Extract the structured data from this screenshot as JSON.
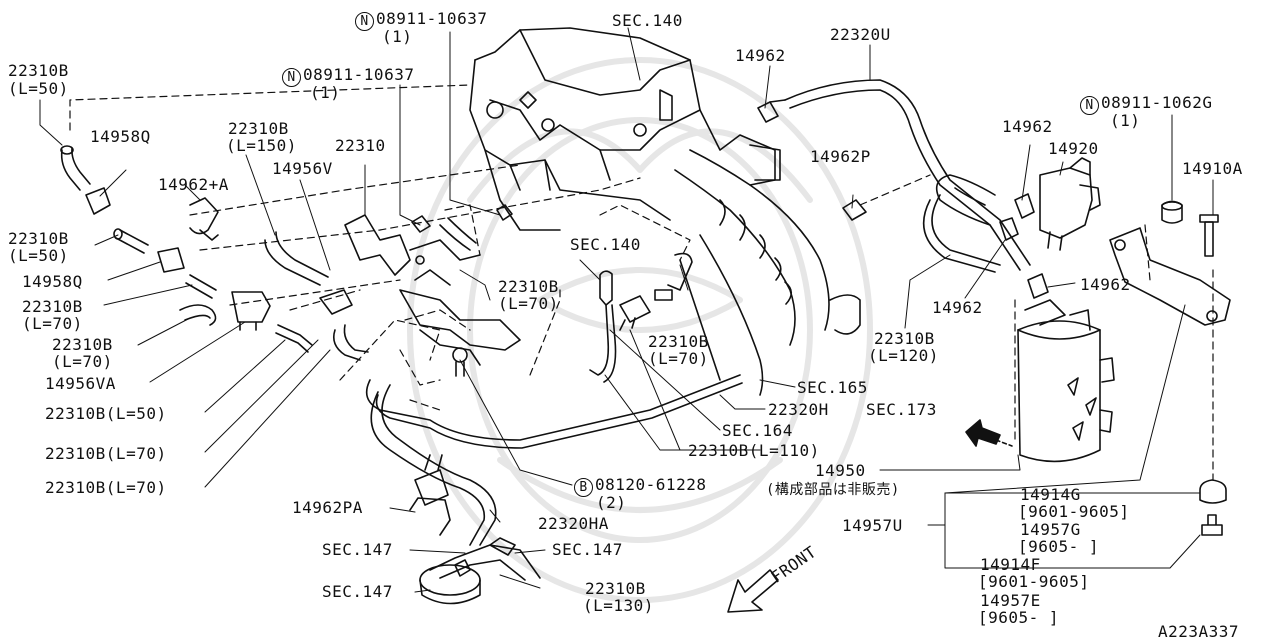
{
  "diagram": {
    "labels": {
      "n08911_10637_a": "08911-10637",
      "n08911_10637_a_qty": "(1)",
      "n08911_10637_b": "08911-10637",
      "n08911_10637_b_qty": "(1)",
      "n08911_1062g": "08911-1062G",
      "n08911_1062g_qty": "(1)",
      "b08120_61228": "08120-61228",
      "b08120_61228_qty": "(2)",
      "circle_n": "N",
      "circle_b": "B",
      "sec140_top": "SEC.140",
      "sec140_mid": "SEC.140",
      "sec165": "SEC.165",
      "sec173": "SEC.173",
      "sec164": "SEC.164",
      "sec147_a": "SEC.147",
      "sec147_b": "SEC.147",
      "sec147_c": "SEC.147",
      "p22310b_l50_top": "22310B",
      "p22310b_l50_top_len": "(L=50)",
      "p14958q_top": "14958Q",
      "p22310b_l150": "22310B",
      "p22310b_l150_len": "(L=150)",
      "p22310": "22310",
      "p14956v": "14956V",
      "p14962a": "14962+A",
      "p22310b_l50_mid": "22310B",
      "p22310b_l50_mid_len": "(L=50)",
      "p14958q_bot": "14958Q",
      "p22310b_l70_a": "22310B",
      "p22310b_l70_a_len": "(L=70)",
      "p22310b_l70_b": "22310B",
      "p22310b_l70_b_len": "(L=70)",
      "p14956va": "14956VA",
      "p22310b_l50_line": "22310B(L=50)",
      "p22310b_l70_line1": "22310B(L=70)",
      "p22310b_l70_line2": "22310B(L=70)",
      "p22310b_l70_center": "22310B",
      "p22310b_l70_center_len": "(L=70)",
      "p22310b_l70_right": "22310B",
      "p22310b_l70_right_len": "(L=70)",
      "p14962_top": "14962",
      "p22320u": "22320U",
      "p14962p": "14962P",
      "p14962_right": "14962",
      "p14920": "14920",
      "p14910a": "14910A",
      "p14962_mid": "14962",
      "p14962_clip": "14962",
      "p22310b_l120": "22310B",
      "p22310b_l120_len": "(L=120)",
      "p22320h": "22320H",
      "p22310b_l110": "22310B(L=110)",
      "p14950": "14950",
      "p14950_note": "(構成部品は非販売)",
      "p14914g": "14914G",
      "p14914g_date": "[9601-9605]",
      "p14957g": "14957G",
      "p14957g_date": "[9605-     ]",
      "p14957u": "14957U",
      "p14914f": "14914F",
      "p14914f_date": "[9601-9605]",
      "p14957e": "14957E",
      "p14957e_date": "[9605-     ]",
      "p14962pa": "14962PA",
      "p22320ha": "22320HA",
      "p22310b_l130": "22310B",
      "p22310b_l130_len": "(L=130)",
      "front": "FRONT",
      "ref_code": "A223A337"
    }
  }
}
